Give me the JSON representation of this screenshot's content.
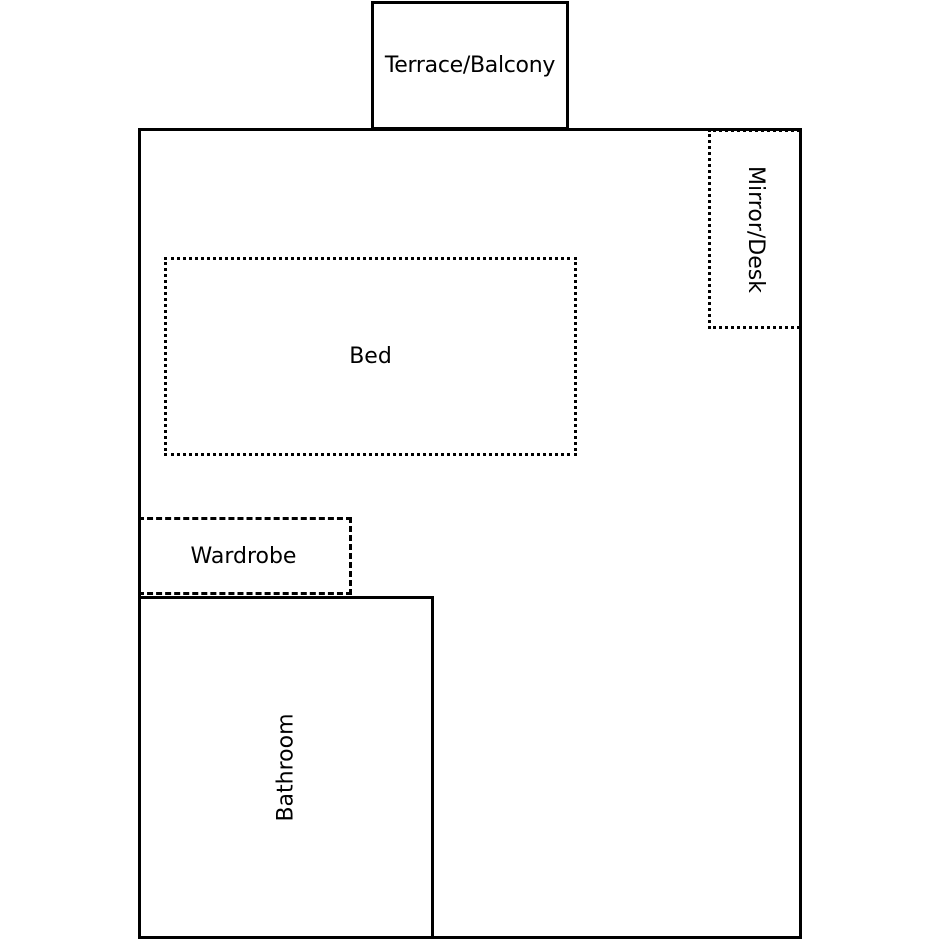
{
  "rooms": {
    "terrace": {
      "label": "Terrace/Balcony"
    },
    "mirror_desk": {
      "label": "Mirror/Desk"
    },
    "bed": {
      "label": "Bed"
    },
    "wardrobe": {
      "label": "Wardrobe"
    },
    "bathroom": {
      "label": "Bathroom"
    }
  }
}
